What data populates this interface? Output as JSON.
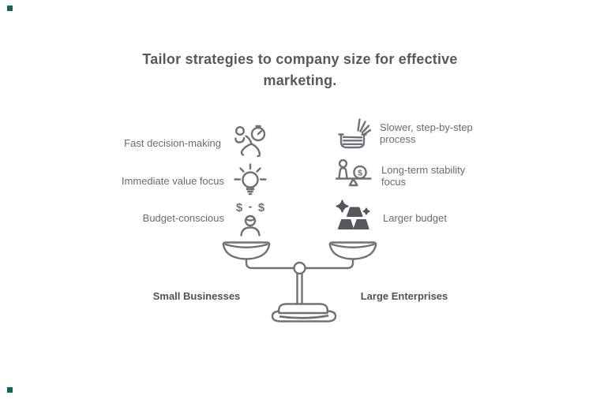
{
  "title": "Tailor strategies to company size for effective marketing.",
  "left_column": {
    "label": "Small Businesses",
    "items": [
      {
        "text": "Fast decision-making",
        "icon": "runner-stopwatch-icon"
      },
      {
        "text": "Immediate value focus",
        "icon": "lightbulb-icon"
      },
      {
        "text": "Budget-conscious",
        "icon": "price-compare-person-icon"
      }
    ]
  },
  "right_column": {
    "label": "Large Enterprises",
    "items": [
      {
        "text": "Slower, step-by-step process",
        "icon": "stacked-papers-icon"
      },
      {
        "text": "Long-term stability focus",
        "icon": "person-coin-seesaw-icon"
      },
      {
        "text": "Larger budget",
        "icon": "gold-bars-icon"
      }
    ]
  },
  "illustration": {
    "name": "balance-scale"
  },
  "icon_glyphs": {
    "dollar_left": "$",
    "dash": "-",
    "dollar_right": "$",
    "coin_dollar": "$"
  },
  "colors": {
    "background": "#ffffff",
    "title_text": "#58595c",
    "item_text": "#6a6b6d",
    "label_text": "#505154",
    "icon_stroke": "#6e7177",
    "icon_fill": "#54575d",
    "corner_marker": "#17615a"
  }
}
